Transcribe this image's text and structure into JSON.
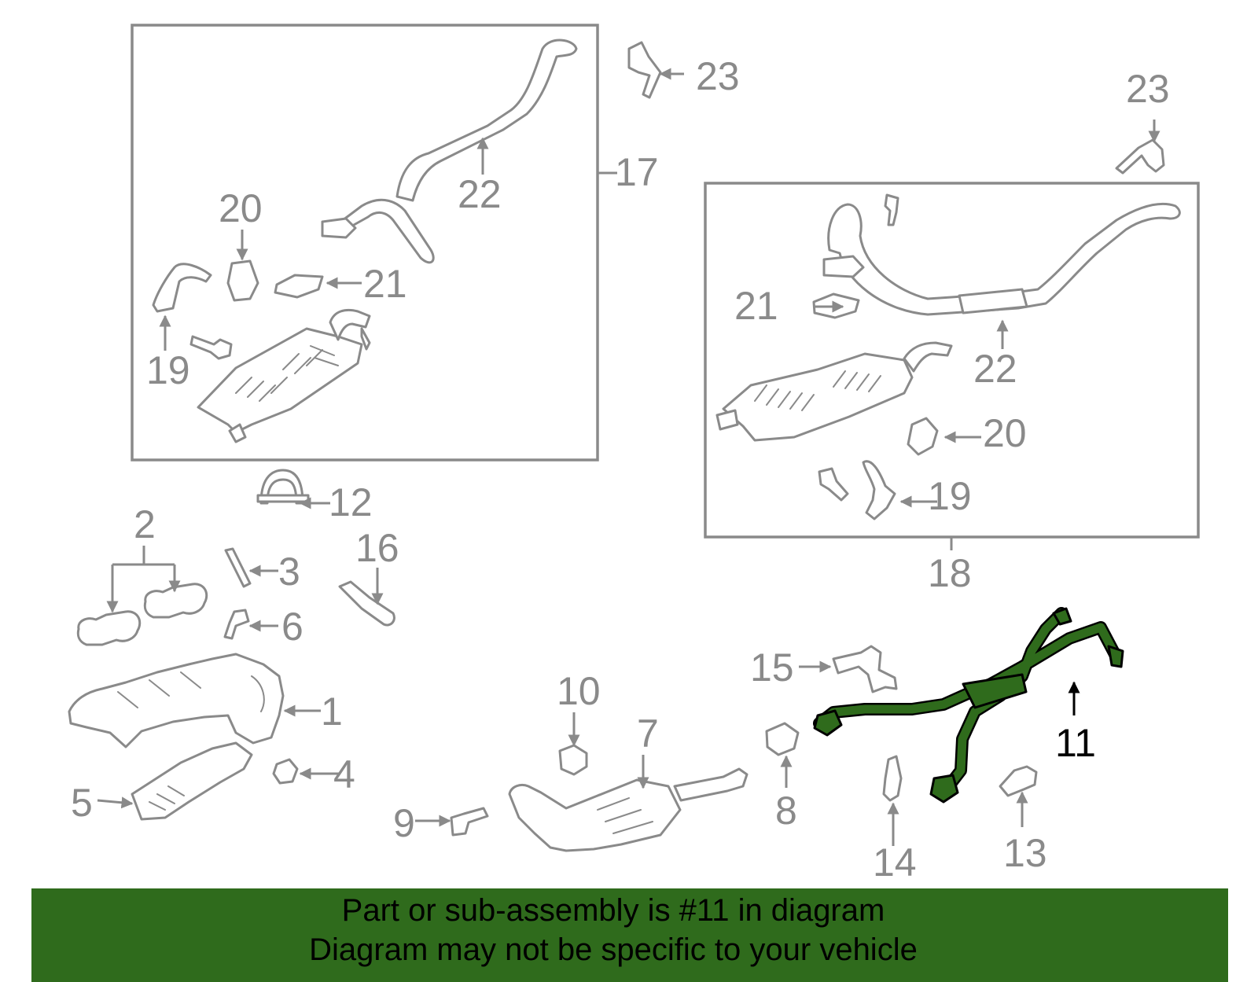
{
  "callouts": {
    "c1": "1",
    "c2": "2",
    "c3": "3",
    "c4": "4",
    "c5": "5",
    "c6": "6",
    "c7": "7",
    "c8": "8",
    "c9": "9",
    "c10": "10",
    "c11": "11",
    "c12": "12",
    "c13": "13",
    "c14": "14",
    "c15": "15",
    "c16": "16",
    "c17": "17",
    "c18": "18",
    "c19a": "19",
    "c19b": "19",
    "c20a": "20",
    "c20b": "20",
    "c21a": "21",
    "c21b": "21",
    "c22a": "22",
    "c22b": "22",
    "c23a": "23",
    "c23b": "23"
  },
  "highlight": {
    "part": "11",
    "color": "#2f6b1c"
  },
  "banner": {
    "line1": "Part or sub-assembly is #11 in diagram",
    "line2": "Diagram may not be specific to your vehicle",
    "color": "#2f6b1c"
  }
}
